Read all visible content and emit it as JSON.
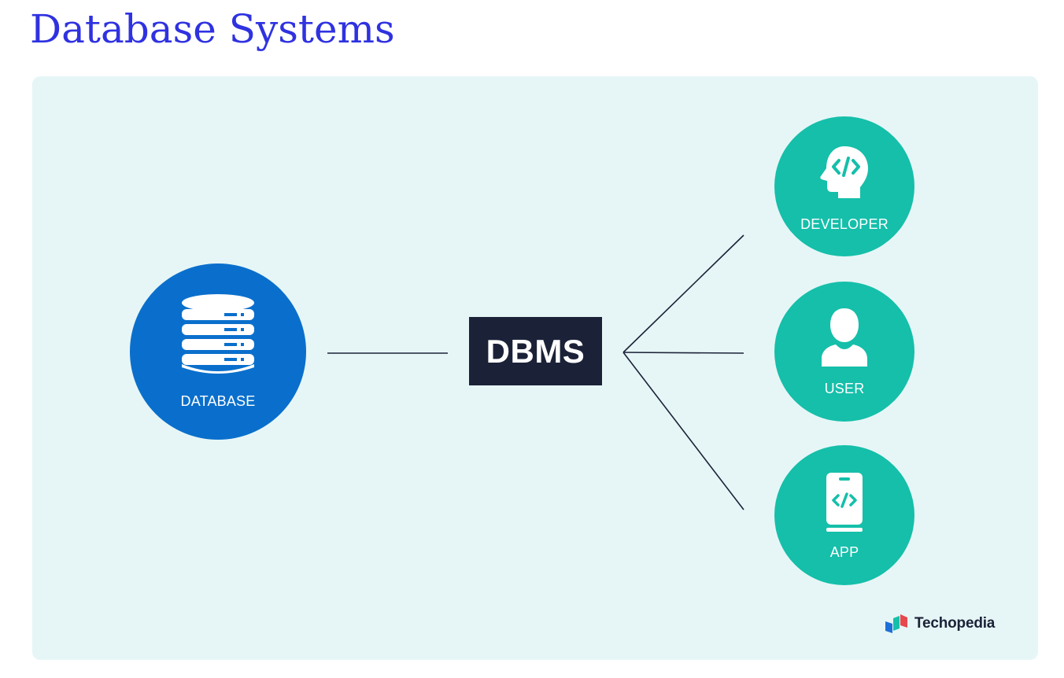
{
  "title": "Database Systems",
  "nodes": {
    "database": {
      "label": "DATABASE",
      "icon": "database-stack-icon"
    },
    "dbms": {
      "label": "DBMS"
    },
    "developer": {
      "label": "DEVELOPER",
      "icon": "developer-head-code-icon"
    },
    "user": {
      "label": "USER",
      "icon": "user-person-icon"
    },
    "app": {
      "label": "APP",
      "icon": "mobile-app-code-icon"
    }
  },
  "edges": [
    {
      "from": "database",
      "to": "dbms"
    },
    {
      "from": "dbms",
      "to": "developer"
    },
    {
      "from": "dbms",
      "to": "user"
    },
    {
      "from": "dbms",
      "to": "app"
    }
  ],
  "brand": {
    "name": "Techopedia",
    "icon": "techopedia-logo-icon"
  },
  "colors": {
    "title": "#2f32e0",
    "panel_background": "#e6f6f6",
    "database_circle": "#0a6fcc",
    "consumer_circles": "#15bfaa",
    "dbms_box": "#1b2238",
    "connector_lines": "#1b2238"
  }
}
